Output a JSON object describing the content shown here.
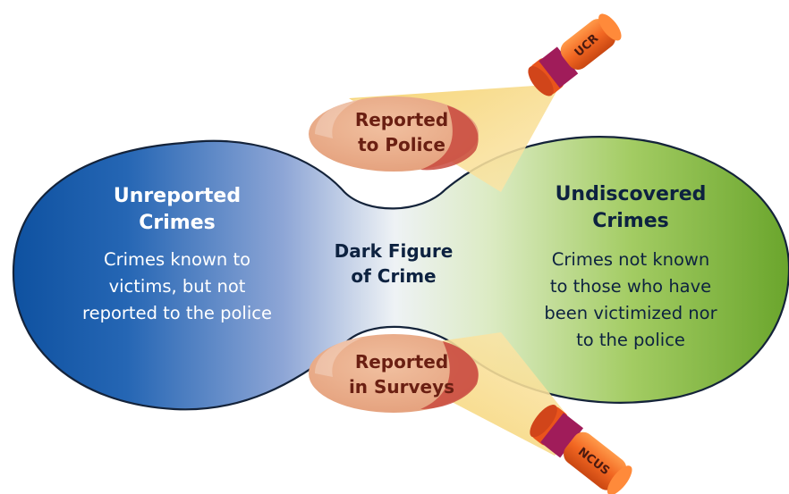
{
  "diagram": {
    "left_region": {
      "title_line1": "Unreported",
      "title_line2": "Crimes",
      "desc_line1": "Crimes known to",
      "desc_line2": "victims, but not",
      "desc_line3": "reported to the police"
    },
    "right_region": {
      "title_line1": "Undiscovered",
      "title_line2": "Crimes",
      "desc_line1": "Crimes not known",
      "desc_line2": "to those who have",
      "desc_line3": "been victimized nor",
      "desc_line4": "to the police"
    },
    "center": {
      "line1": "Dark Figure",
      "line2": "of Crime"
    },
    "top_spotlight": {
      "torch_label": "UCR",
      "oval_line1": "Reported",
      "oval_line2": "to Police"
    },
    "bottom_spotlight": {
      "torch_label": "NCUS",
      "oval_line1": "Reported",
      "oval_line2": "in Surveys"
    }
  },
  "colors": {
    "left_fill": "#1e60a8",
    "right_fill": "#80b43c",
    "center_fill": "#eaf0f4",
    "outline": "#14233a",
    "beam": "#f7dc8a",
    "oval_fill": "#e8a985",
    "oval_edge": "#c84a3a",
    "torch_body": "#f26722",
    "torch_band": "#a01c5a"
  }
}
